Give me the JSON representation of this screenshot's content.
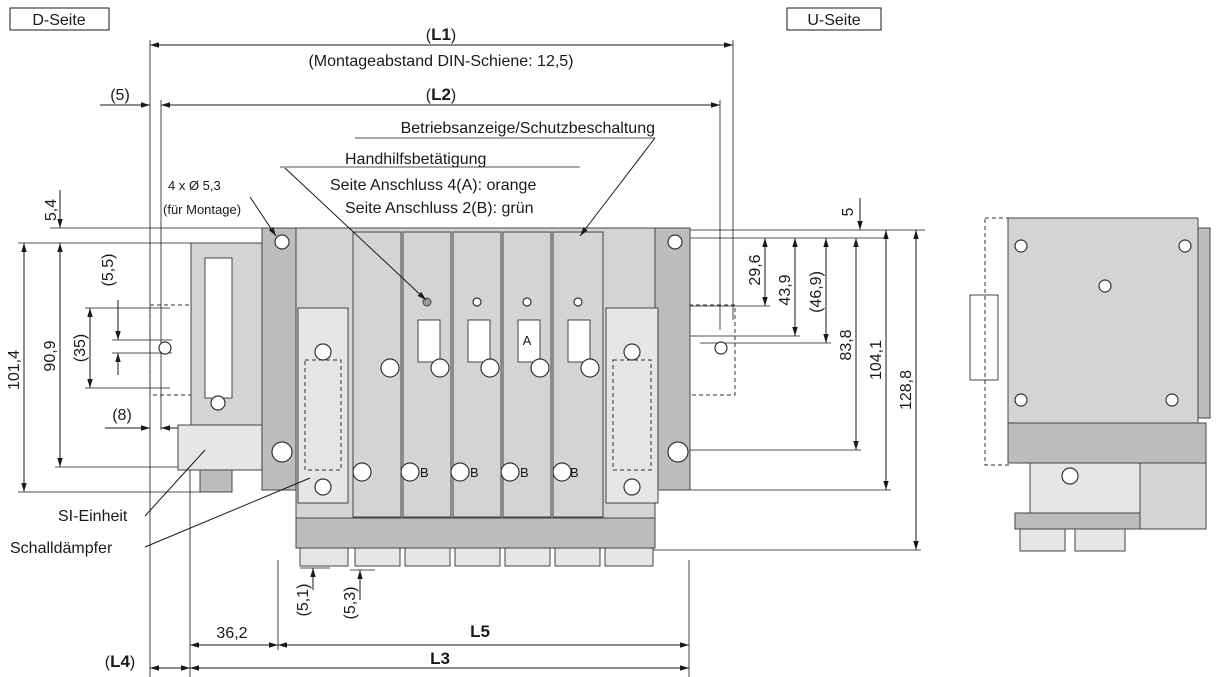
{
  "sides": {
    "left": "D-Seite",
    "right": "U-Seite"
  },
  "dims": {
    "L1": "L1",
    "L1_note": "(Montageabstand DIN-Schiene: 12,5)",
    "L2": "L2",
    "L3": "L3",
    "L4": "L4",
    "L5": "L5",
    "d5": "(5)",
    "d8": "(8)",
    "d35": "(35)",
    "d5_5": "(5,5)",
    "d5_4": "5,4",
    "d90_9": "90,9",
    "d101_4": "101,4",
    "d36_2": "36,2",
    "d5_1": "(5,1)",
    "d5_3": "(5,3)",
    "r5": "5",
    "r29_6": "29,6",
    "r43_9": "43,9",
    "r46_9": "(46,9)",
    "r83_8": "83,8",
    "r104_1": "104,1",
    "r128_8": "128,8"
  },
  "mounting": {
    "holes": "4 x Ø 5,3",
    "note": "(für Montage)"
  },
  "callouts": {
    "indicator": "Betriebsanzeige/Schutzbeschaltung",
    "manual": "Handhilfsbetätigung",
    "port4": "Seite Anschluss 4(A): orange",
    "port2": "Seite Anschluss 2(B): grün",
    "si_unit": "SI-Einheit",
    "silencer": "Schalldämpfer"
  },
  "valve_marks": {
    "a": "A",
    "b": "B"
  }
}
